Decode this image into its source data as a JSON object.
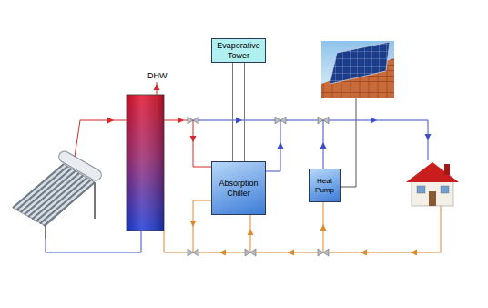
{
  "diagram": {
    "nodes": [
      {
        "text": [
          "Evaporative Tower"
        ]
      },
      {
        "text": [
          "Absorption Chiller"
        ]
      },
      {
        "text": [
          "Heat Pump"
        ]
      }
    ],
    "edges": [
      {
        "from": 0,
        "to": 1,
        "arrow": "none"
      }
    ],
    "labels": [
      "DHW"
    ]
  }
}
